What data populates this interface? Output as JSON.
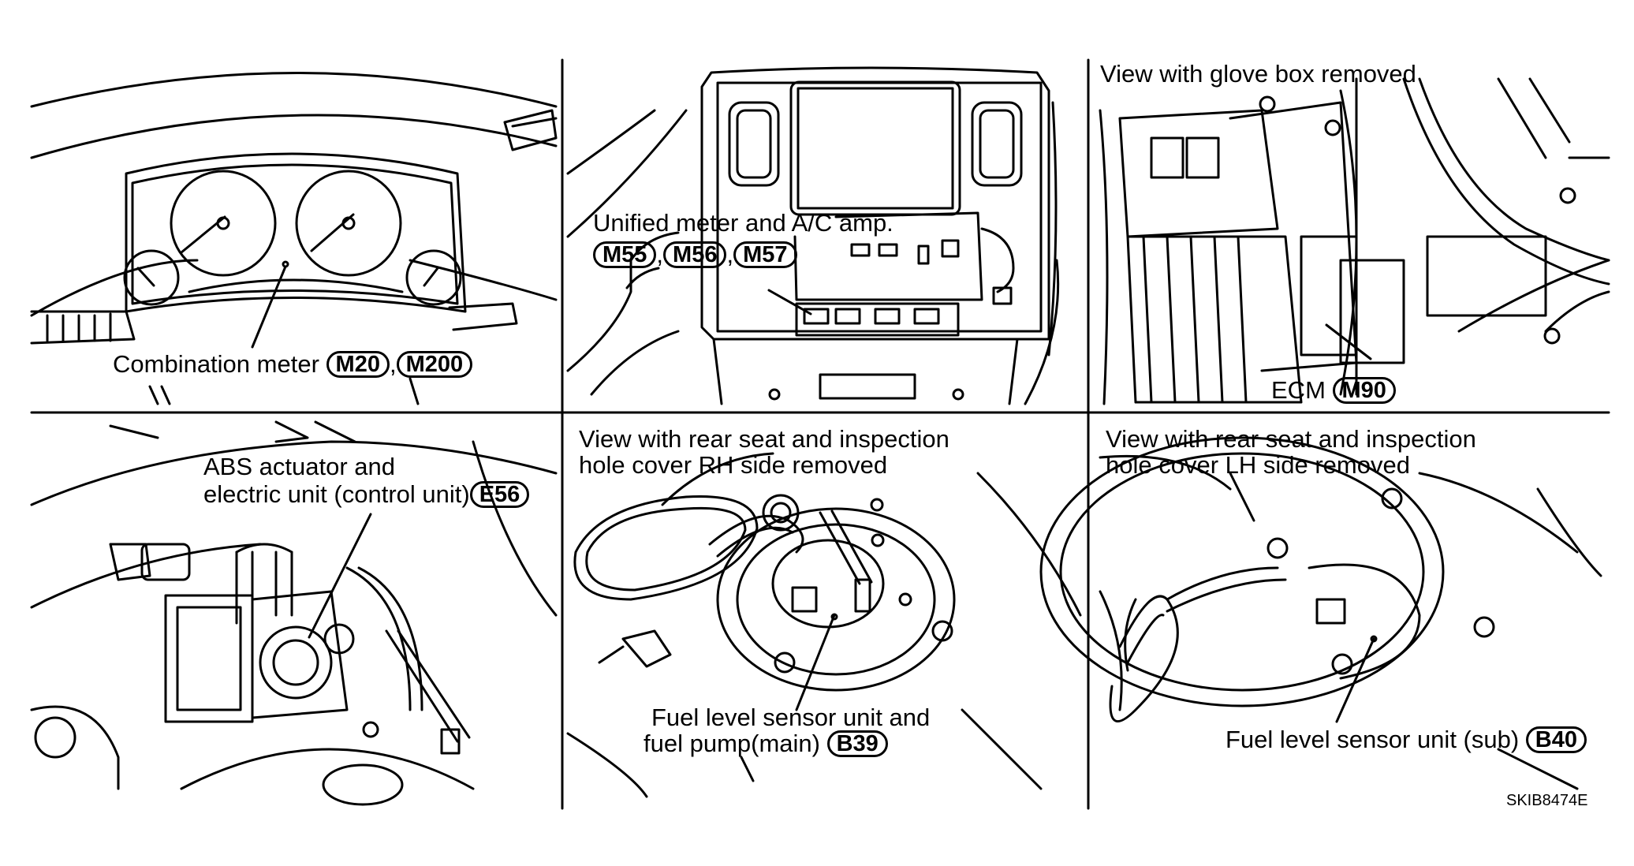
{
  "panels": [
    {
      "id": "combination-meter",
      "label_lines": [
        "Combination meter"
      ],
      "connectors": [
        "M20",
        "M200"
      ]
    },
    {
      "id": "unified-meter",
      "label_lines": [
        "Unified meter and A/C amp."
      ],
      "connectors": [
        "M55",
        "M56",
        "M57"
      ]
    },
    {
      "id": "ecm",
      "header": "View with glove box removed",
      "label_lines": [
        "ECM"
      ],
      "connectors": [
        "M90"
      ]
    },
    {
      "id": "abs-actuator",
      "label_lines": [
        "ABS actuator and",
        "electric unit (control unit)"
      ],
      "connectors": [
        "E56"
      ]
    },
    {
      "id": "fuel-main",
      "header_lines": [
        "View with rear seat and inspection",
        "hole cover RH side removed"
      ],
      "label_lines": [
        "Fuel level sensor unit and",
        "fuel pump(main)"
      ],
      "connectors": [
        "B39"
      ]
    },
    {
      "id": "fuel-sub",
      "header_lines": [
        "View with rear seat and inspection",
        "hole cover LH side removed"
      ],
      "label_lines": [
        "Fuel level sensor unit (sub)"
      ],
      "connectors": [
        "B40"
      ]
    }
  ],
  "connector_separator": ",",
  "figure_code": "SKIB8474E",
  "colors": {
    "line": "#000000",
    "background": "#ffffff"
  }
}
